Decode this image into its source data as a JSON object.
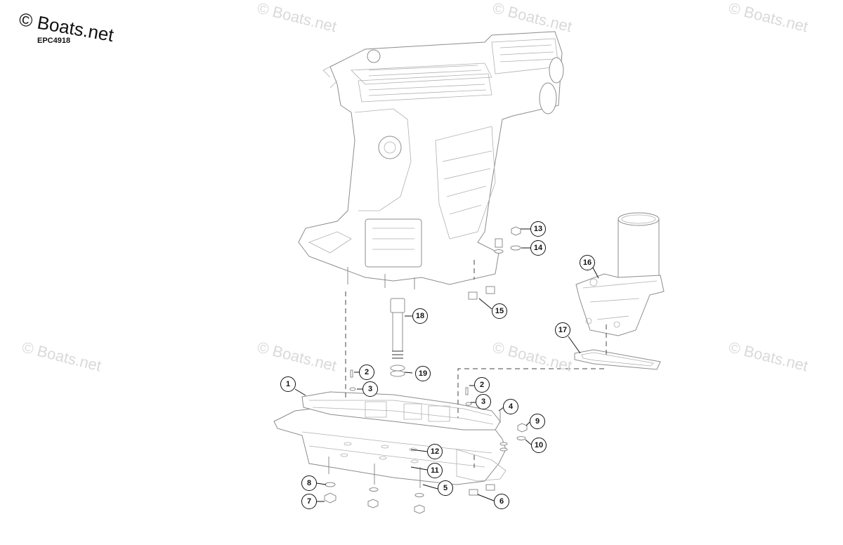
{
  "header": {
    "brand": "© Boats.net",
    "diagram_code": "EPC4918"
  },
  "watermark_text": "© Boats.net",
  "callouts": {
    "p1": "1",
    "p2a": "2",
    "p2b": "2",
    "p3a": "3",
    "p3b": "3",
    "p4": "4",
    "p5": "5",
    "p6": "6",
    "p7": "7",
    "p8": "8",
    "p9": "9",
    "p10": "10",
    "p11": "11",
    "p12": "12",
    "p13": "13",
    "p14": "14",
    "p15": "15",
    "p16": "16",
    "p17": "17",
    "p18": "18",
    "p19": "19"
  },
  "colors": {
    "line": "#8c8c8c",
    "ink": "#111111",
    "watermark": "#d9d9d9"
  }
}
